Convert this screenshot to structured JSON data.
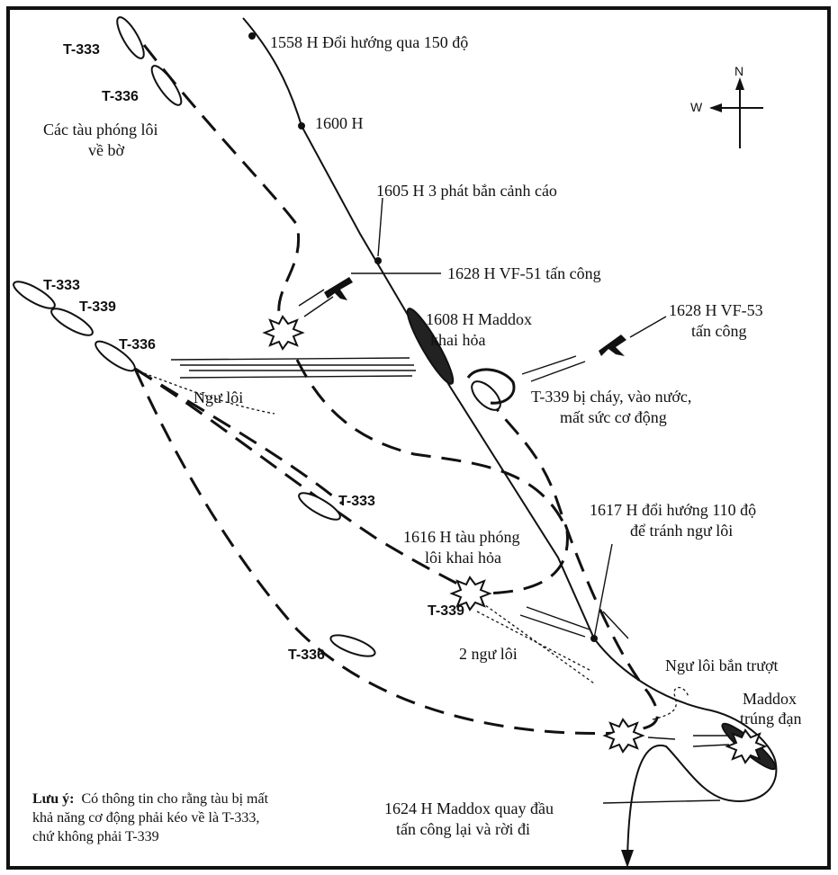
{
  "labels": {
    "turn_150": "1558 H Đổi hướng qua 150 độ",
    "t1600": "1600 H",
    "warning_shots": "1605 H 3 phát bắn cảnh cáo",
    "vf51_attack": "1628 H VF-51 tấn công",
    "maddox_fire_1": "1608 H Maddox",
    "maddox_fire_2": "khai hỏa",
    "vf53_attack_1": "1628 H VF-53",
    "vf53_attack_2": "tấn công",
    "t339_hit_1": "T-339 bị cháy, vào nước,",
    "t339_hit_2": "mất sức cơ động",
    "turn_110_1": "1617 H đổi hướng 110 độ",
    "turn_110_2": "để tránh ngư lôi",
    "boats_fire_1": "1616 H tàu phóng",
    "boats_fire_2": "lôi khai hỏa",
    "two_torpedoes": "2 ngư lôi",
    "torpedo": "Ngư lôi",
    "torpedo_missed": "Ngư lôi bắn trượt",
    "maddox_hit_1": "Maddox",
    "maddox_hit_2": "trúng đạn",
    "maddox_return_1": "1624 H Maddox quay đầu",
    "maddox_return_2": "tấn công lại và rời đi",
    "boats_return_1": "Các tàu phóng lôi",
    "boats_return_2": "về bờ"
  },
  "ships": {
    "t333_top": "T-333",
    "t336_top": "T-336",
    "t333_mid": "T-333",
    "t339_mid": "T-339",
    "t336_mid": "T-336",
    "t333_low": "T-333",
    "t339_low": "T-339",
    "t336_low": "T-336"
  },
  "compass": {
    "north": "N",
    "west": "W"
  },
  "note": {
    "bold": "Lưu ý:",
    "line1": "Có thông tin cho rằng tàu bị mất",
    "line2": "khả năng cơ động phải kéo về là T-333,",
    "line3": "chứ không phải T-339"
  }
}
